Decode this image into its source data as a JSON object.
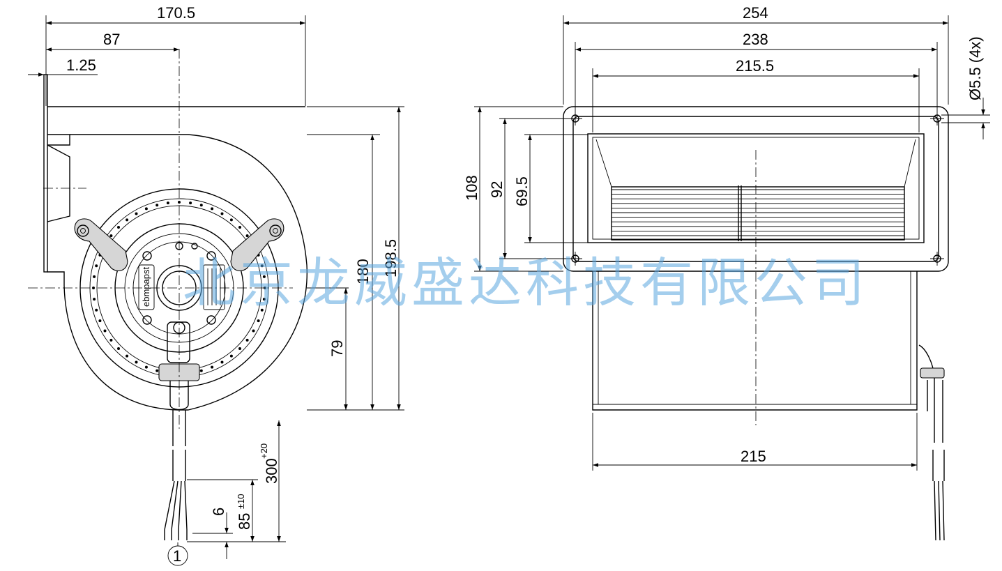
{
  "drawing": {
    "side_view": {
      "dims": {
        "total_depth": "170.5",
        "axis_offset": "87",
        "flange": "1.25",
        "height_total": "198.5",
        "height_housing": "180",
        "axis_height": "79",
        "cable_length": "300",
        "cable_length_tol": "+20",
        "strip_length": "85",
        "strip_length_tol": "±10",
        "wire_end": "6"
      },
      "label_motor_brand": "ebmpapst",
      "callout": "1"
    },
    "front_view": {
      "dims": {
        "flange_width": "254",
        "hole_spacing": "238",
        "outlet_width": "215.5",
        "flange_height": "108",
        "hole_spacing_v": "92",
        "outlet_height": "69.5",
        "housing_width": "215",
        "hole_dia": "Ø5.5 (4x)"
      }
    },
    "watermark": "北京龙威盛达科技有限公司"
  }
}
